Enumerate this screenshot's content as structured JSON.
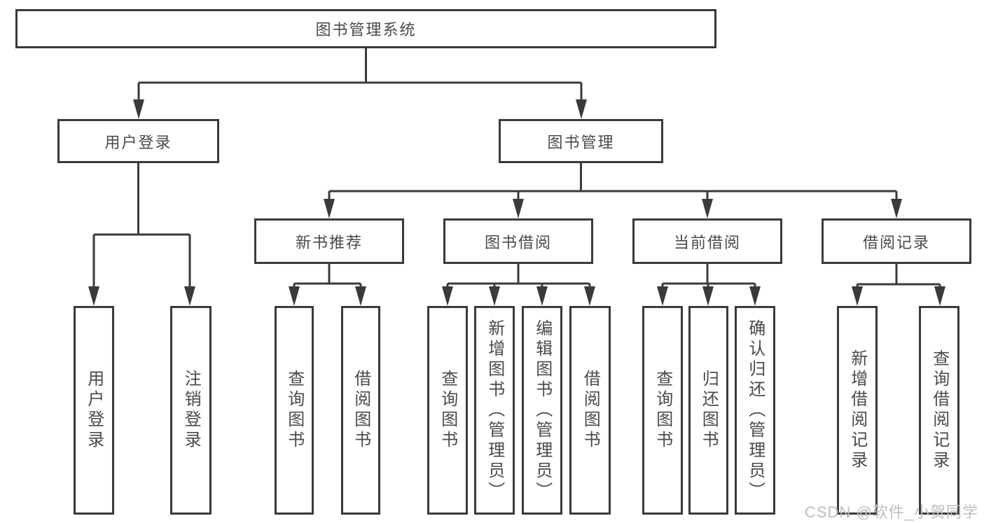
{
  "diagram": {
    "title": "图书管理系统",
    "root": {
      "label": "图书管理系统"
    },
    "level2": [
      {
        "label": "用户登录"
      },
      {
        "label": "图书管理"
      }
    ],
    "level3": [
      {
        "label": "新书推荐"
      },
      {
        "label": "图书借阅"
      },
      {
        "label": "当前借阅"
      },
      {
        "label": "借阅记录"
      }
    ],
    "leaves": [
      {
        "parent": "用户登录",
        "items": [
          {
            "label": "用户登录"
          },
          {
            "label": "注销登录"
          }
        ]
      },
      {
        "parent": "新书推荐",
        "items": [
          {
            "label": "查询图书"
          },
          {
            "label": "借阅图书"
          }
        ]
      },
      {
        "parent": "图书借阅",
        "items": [
          {
            "label": "查询图书"
          },
          {
            "label": "新增图书（管理员）"
          },
          {
            "label": "编辑图书（管理员）"
          },
          {
            "label": "借阅图书"
          }
        ]
      },
      {
        "parent": "当前借阅",
        "items": [
          {
            "label": "查询图书"
          },
          {
            "label": "归还图书"
          },
          {
            "label": "确认归还（管理员）"
          }
        ]
      },
      {
        "parent": "借阅记录",
        "items": [
          {
            "label": "新增借阅记录"
          },
          {
            "label": "查询借阅记录"
          }
        ]
      }
    ]
  },
  "watermark": {
    "text": "CSDN @软件_小贺同学"
  },
  "colors": {
    "line": "#3a3a3a",
    "box_border": "#3a3a3a",
    "label_text": "#4a4a4a",
    "watermark_text": "#bdbdbd",
    "background": "#ffffff"
  }
}
